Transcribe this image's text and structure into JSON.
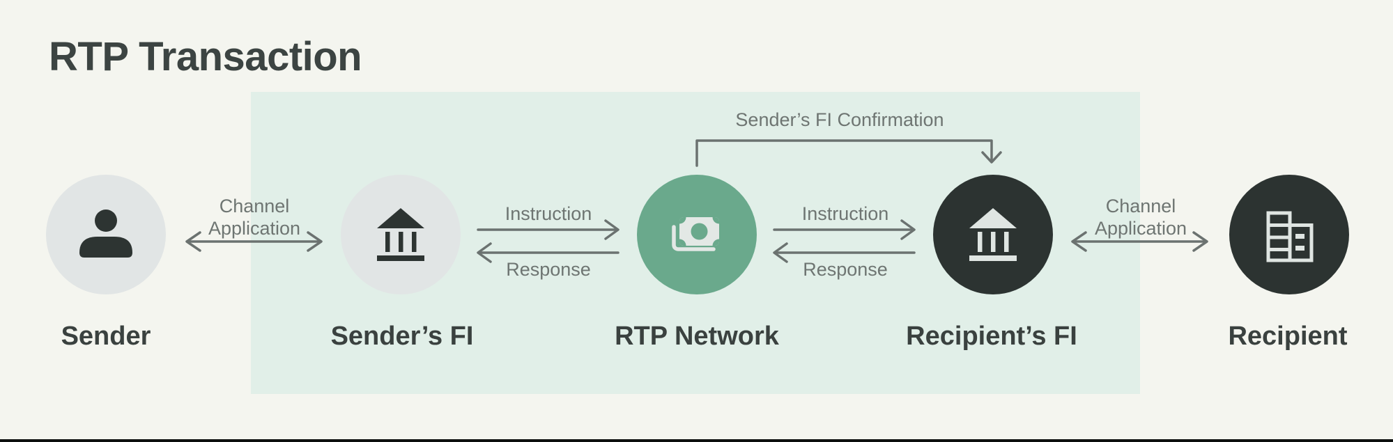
{
  "title": "RTP Transaction",
  "colors": {
    "background": "#f4f5ef",
    "panel": "#e1efe8",
    "node_light": "#e1e5e5",
    "node_green": "#6aa98c",
    "node_dark": "#2c3331",
    "icon_dark": "#2d3432",
    "icon_light": "#e0e6e3",
    "arrow": "#6b7270",
    "flow_label_text": "#6e7572",
    "node_label_text": "#3a413f",
    "title_text": "#3c4442"
  },
  "nodes": [
    {
      "id": "sender",
      "label": "Sender",
      "icon": "person-icon",
      "style": "light"
    },
    {
      "id": "senders-fi",
      "label": "Sender’s FI",
      "icon": "bank-icon",
      "style": "light"
    },
    {
      "id": "rtp-network",
      "label": "RTP Network",
      "icon": "cash-icon",
      "style": "green"
    },
    {
      "id": "recipients-fi",
      "label": "Recipient’s FI",
      "icon": "bank-icon",
      "style": "dark"
    },
    {
      "id": "recipient",
      "label": "Recipient",
      "icon": "building-icon",
      "style": "dark"
    }
  ],
  "flows": {
    "channel_left": "Channel Application",
    "instruction_1": "Instruction",
    "response_1": "Response",
    "instruction_2": "Instruction",
    "response_2": "Response",
    "channel_right": "Channel Application",
    "confirmation": "Sender’s FI Confirmation"
  }
}
